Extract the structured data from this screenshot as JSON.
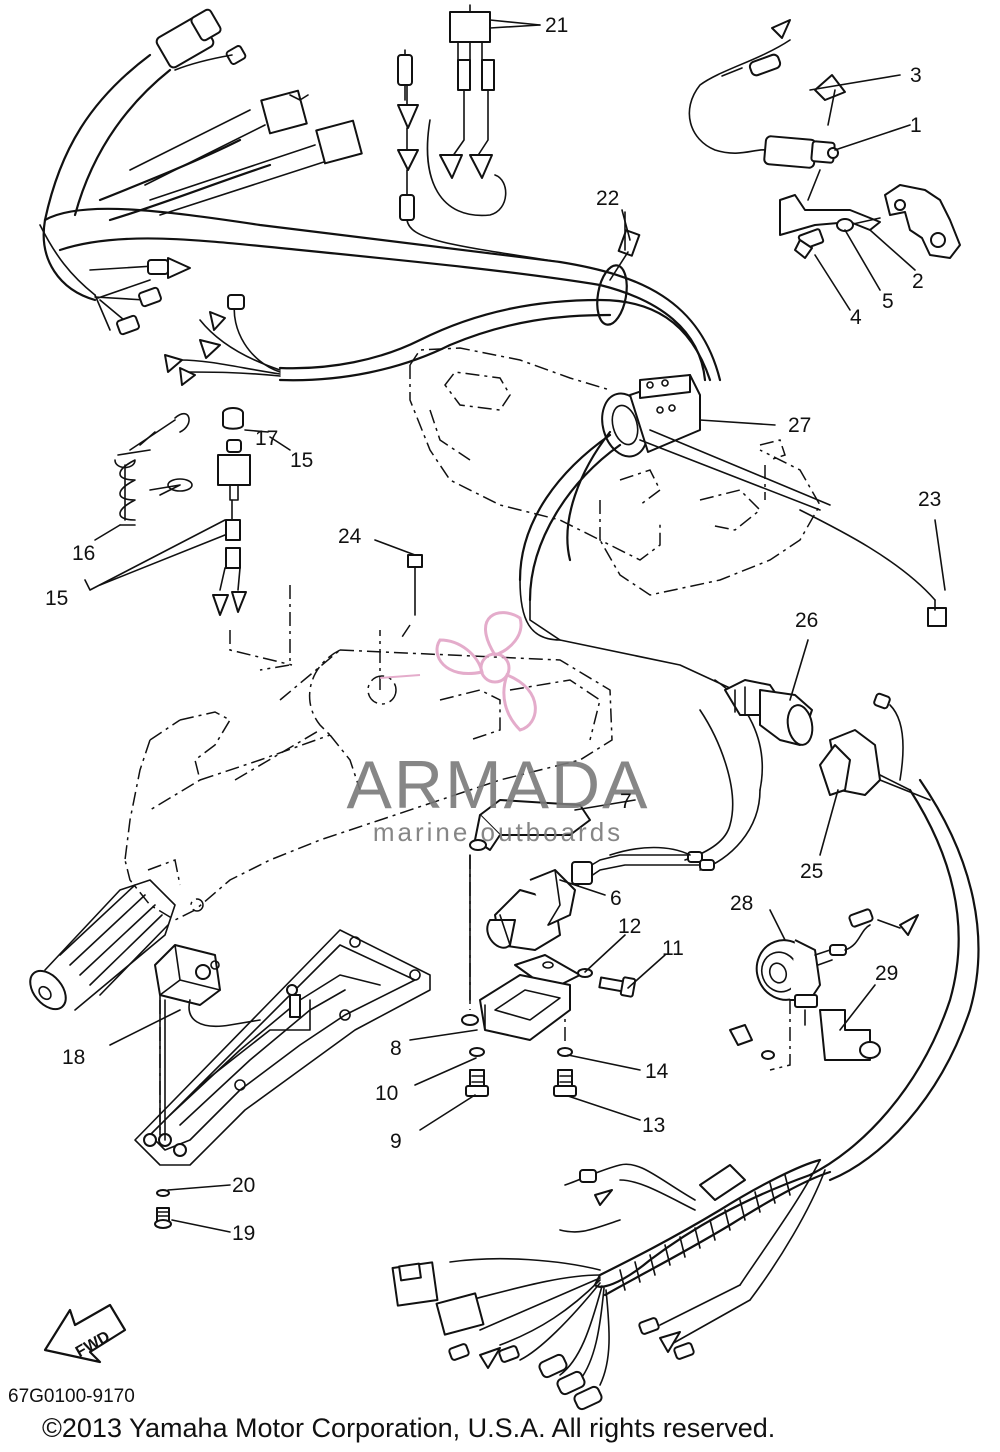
{
  "diagram": {
    "part_code": "67G0100-9170",
    "copyright": "©2013 Yamaha Motor Corporation, U.S.A. All rights reserved.",
    "direction_label": "FWD",
    "watermark": {
      "brand": "ARMADA",
      "tagline": "marine outboards",
      "accent_color": "#e2a4c6"
    },
    "callouts": [
      "1",
      "2",
      "3",
      "4",
      "5",
      "6",
      "7",
      "8",
      "9",
      "10",
      "11",
      "12",
      "13",
      "14",
      "15",
      "15",
      "16",
      "17",
      "18",
      "19",
      "20",
      "21",
      "22",
      "23",
      "24",
      "25",
      "26",
      "27",
      "28",
      "29"
    ]
  }
}
